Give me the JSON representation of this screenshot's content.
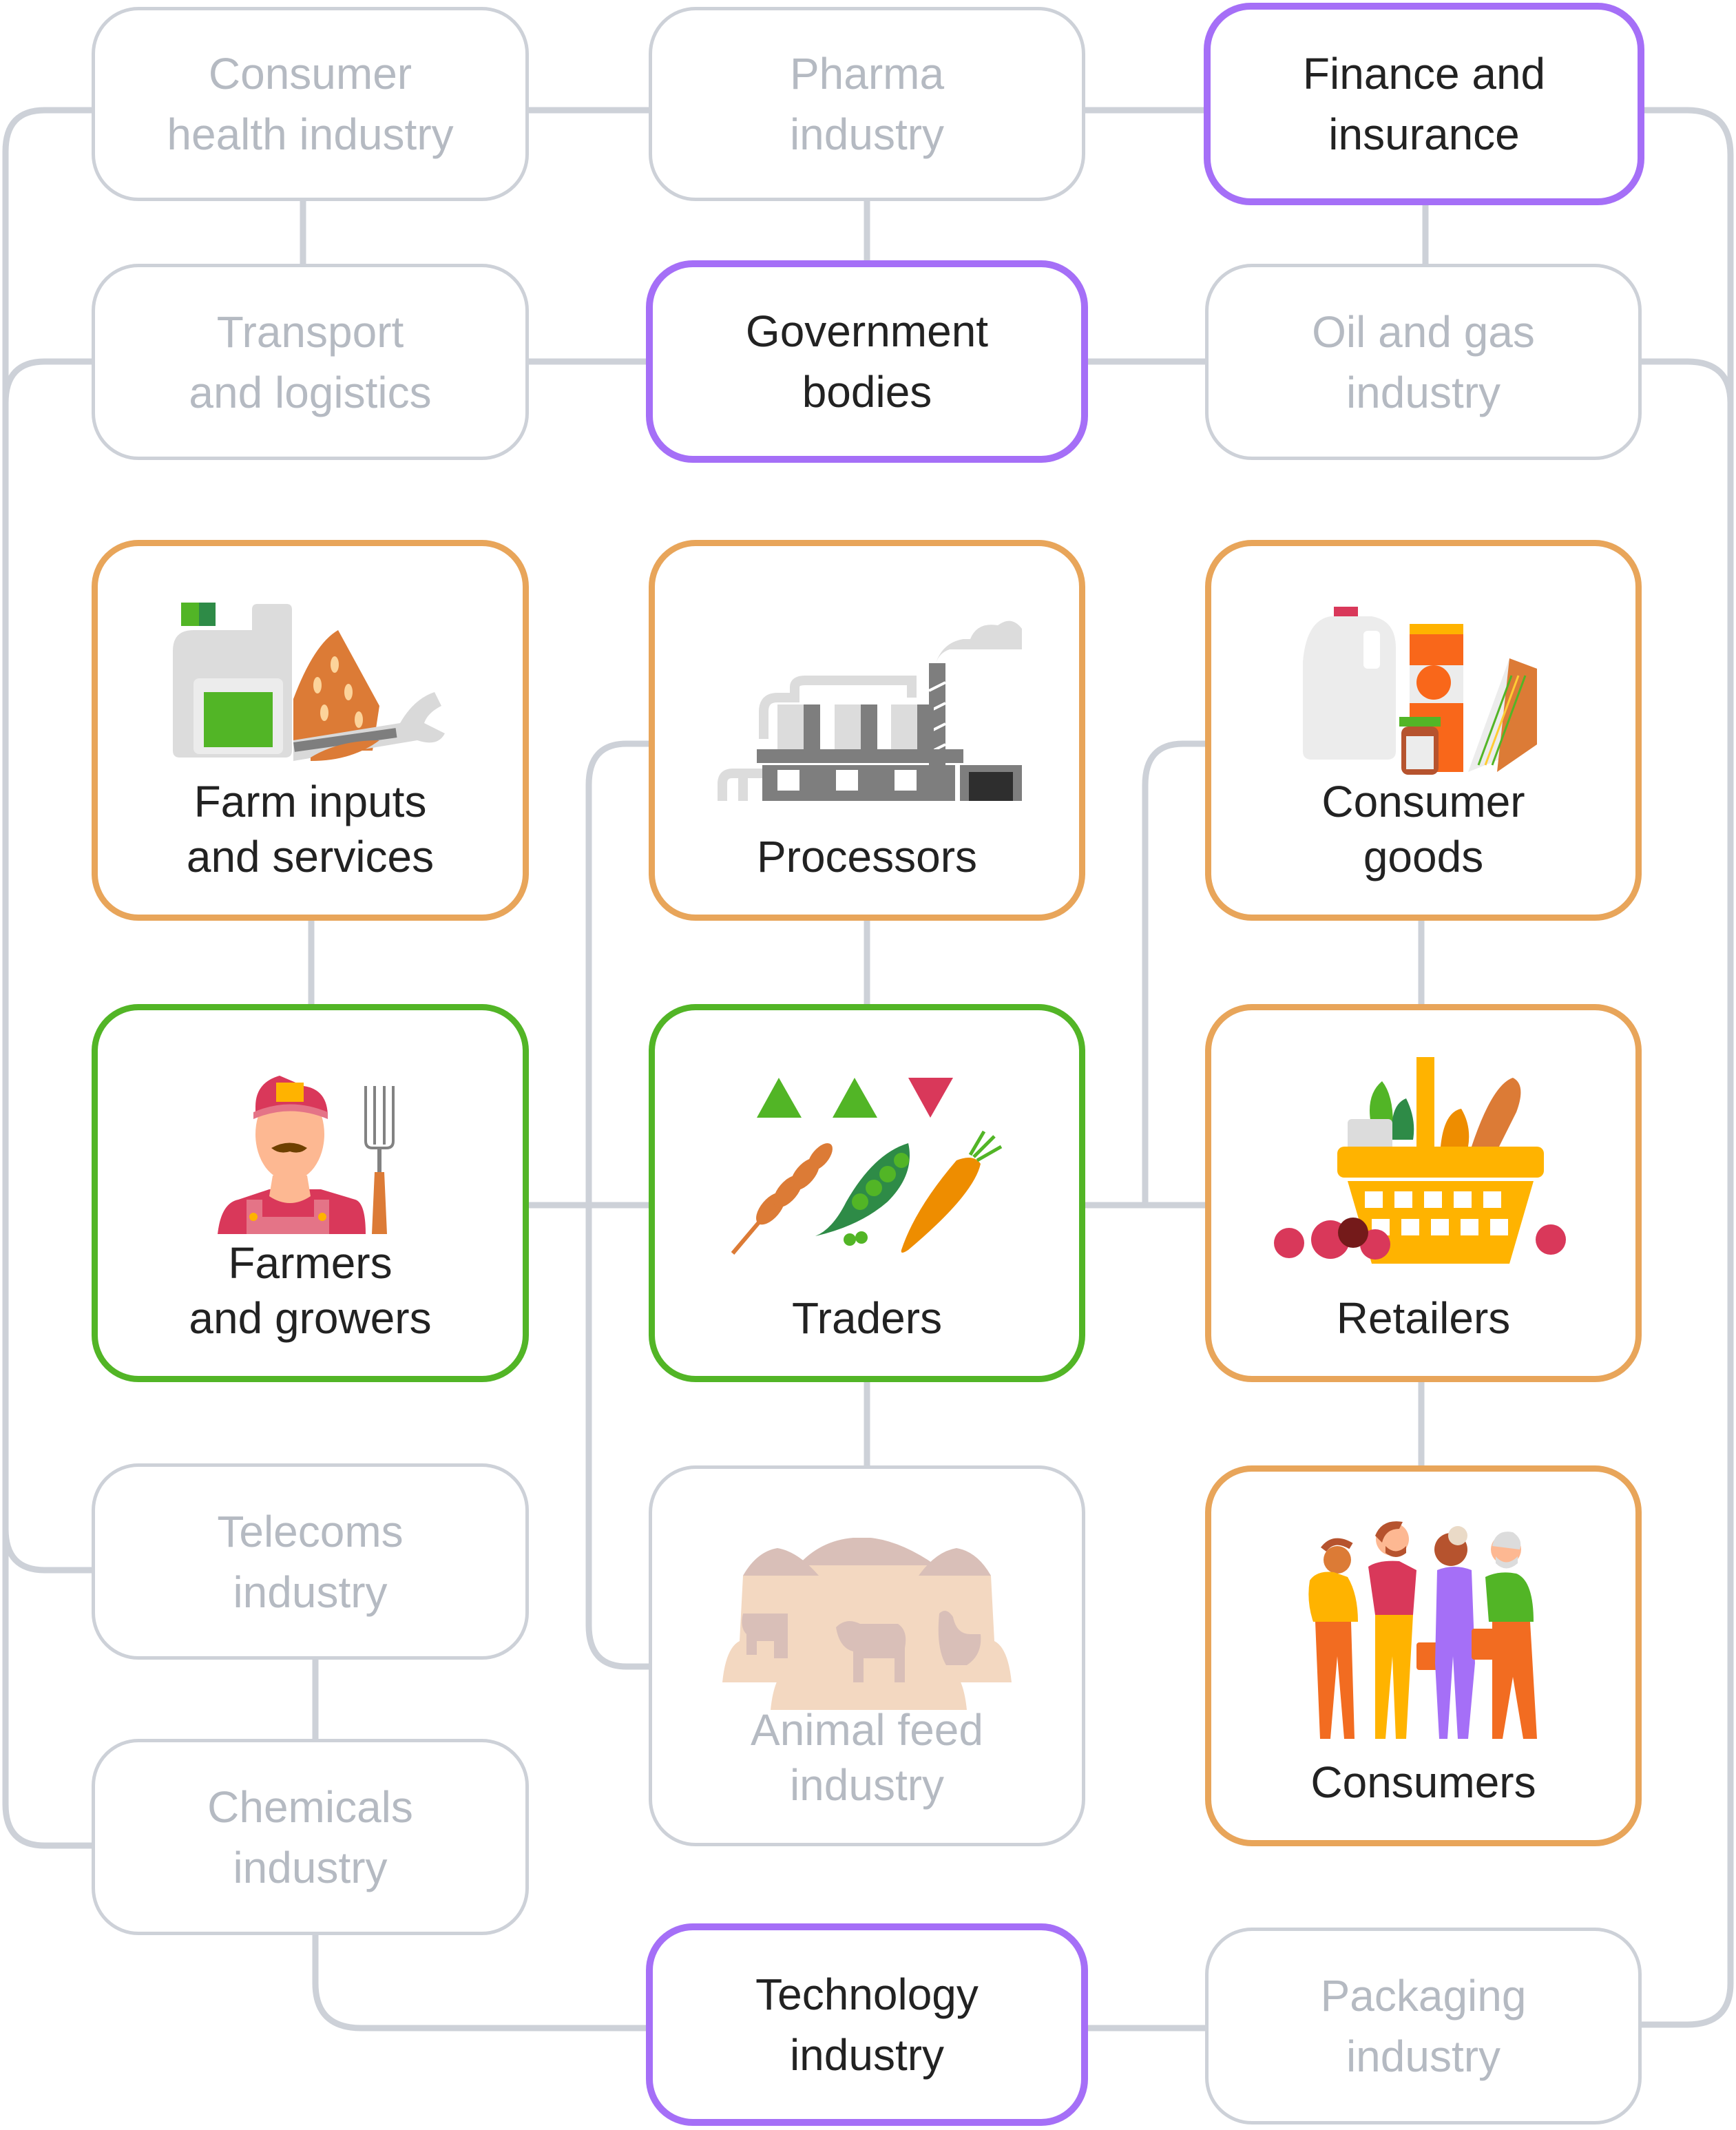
{
  "colors": {
    "connector": "#cdd1d8",
    "muted_border": "#cdd1d8",
    "muted_text": "#b5bac2",
    "purple": "#a56ff7",
    "orange": "#e8a55a",
    "green": "#52b526",
    "text": "#222222"
  },
  "nodes": {
    "consumer_health": {
      "label": "Consumer\nhealth industry",
      "style": "muted"
    },
    "pharma": {
      "label": "Pharma\nindustry",
      "style": "muted"
    },
    "finance": {
      "label": "Finance and\ninsurance",
      "style": "purple"
    },
    "transport": {
      "label": "Transport\nand logistics",
      "style": "muted"
    },
    "government": {
      "label": "Government\nbodies",
      "style": "purple"
    },
    "oil_gas": {
      "label": "Oil and gas\nindustry",
      "style": "muted"
    },
    "farm_inputs": {
      "label": "Farm inputs\nand services",
      "style": "orange",
      "icon": "farm-inputs-icon"
    },
    "processors": {
      "label": "Processors",
      "style": "orange",
      "icon": "factory-icon"
    },
    "consumer_goods": {
      "label": "Consumer\ngoods",
      "style": "orange",
      "icon": "groceries-icon"
    },
    "farmers": {
      "label": "Farmers\nand growers",
      "style": "green",
      "icon": "farmer-icon"
    },
    "traders": {
      "label": "Traders",
      "style": "green",
      "icon": "commodities-trading-icon",
      "trends": [
        "up",
        "up",
        "down"
      ]
    },
    "retailers": {
      "label": "Retailers",
      "style": "orange",
      "icon": "shopping-basket-icon"
    },
    "telecoms": {
      "label": "Telecoms\nindustry",
      "style": "muted"
    },
    "chemicals": {
      "label": "Chemicals\nindustry",
      "style": "muted"
    },
    "animal_feed": {
      "label": "Animal feed\nindustry",
      "style": "muted",
      "icon": "feed-sacks-icon"
    },
    "consumers": {
      "label": "Consumers",
      "style": "orange",
      "icon": "people-group-icon"
    },
    "technology": {
      "label": "Technology\nindustry",
      "style": "purple"
    },
    "packaging": {
      "label": "Packaging\nindustry",
      "style": "muted"
    }
  }
}
